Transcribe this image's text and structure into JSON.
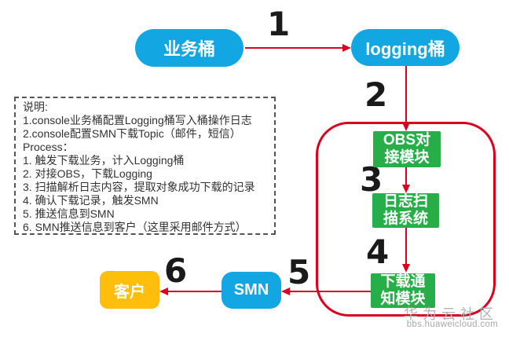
{
  "colors": {
    "node_blue": "#12a7e3",
    "node_green": "#27ae49",
    "node_orange": "#ffbe0b",
    "line_red": "#d9001f"
  },
  "nodes": {
    "business_bucket": {
      "label": "业务桶"
    },
    "logging_bucket": {
      "label": "logging桶"
    },
    "obs_module": {
      "line1": "OBS对",
      "line2": "接模块"
    },
    "log_scan": {
      "line1": "日志扫",
      "line2": "描系统"
    },
    "download_notify": {
      "line1": "下载通",
      "line2": "知模块"
    },
    "smn": {
      "label": "SMN"
    },
    "customer": {
      "label": "客户"
    }
  },
  "step_numbers": {
    "s1": "1",
    "s2": "2",
    "s3": "3",
    "s4": "4",
    "s5": "5",
    "s6": "6"
  },
  "note": {
    "lines": [
      "说明:",
      "1.console业务桶配置Logging桶写入桶操作日志",
      "2.console配置SMN下载Topic（邮件，短信）",
      "Process：",
      "1. 触发下载业务，计入Logging桶",
      "2. 对接OBS，下载Logging",
      "3. 扫描解析日志内容，提取对象成功下载的记录",
      "4. 确认下载记录，触发SMN",
      "5. 推送信息到SMN",
      "6. SMN推送信息到客户（这里采用邮件方式）"
    ]
  },
  "watermark": {
    "site_name": "华为云社区",
    "site_url": "bbs.huaweicloud.com"
  }
}
